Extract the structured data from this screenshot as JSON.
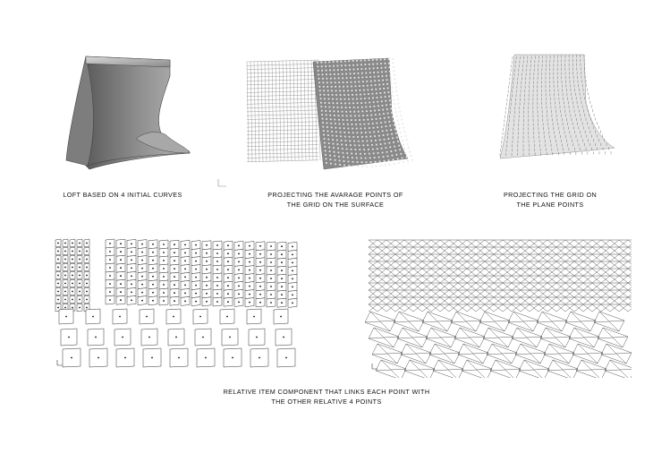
{
  "captions": {
    "loft": [
      "LOFT BASED ON 4 INITIAL CURVES"
    ],
    "projecting_avg": [
      "PROJECTING THE AVARAGE POINTS OF",
      "THE GRID ON THE SURFACE"
    ],
    "projecting_grid": [
      "PROJECTING THE GRID ON",
      "THE PLANE POINTS"
    ],
    "relative": [
      "RELATIVE ITEM COMPONENT THAT LINKS EACH POINT WITH",
      "THE OTHER RELATIVE 4 POINTS"
    ]
  },
  "colors": {
    "surface_dark": "#6f6f6f",
    "surface_mid": "#9a9a9a",
    "surface_light": "#c9c9c9",
    "line": "#3a3a3a"
  }
}
